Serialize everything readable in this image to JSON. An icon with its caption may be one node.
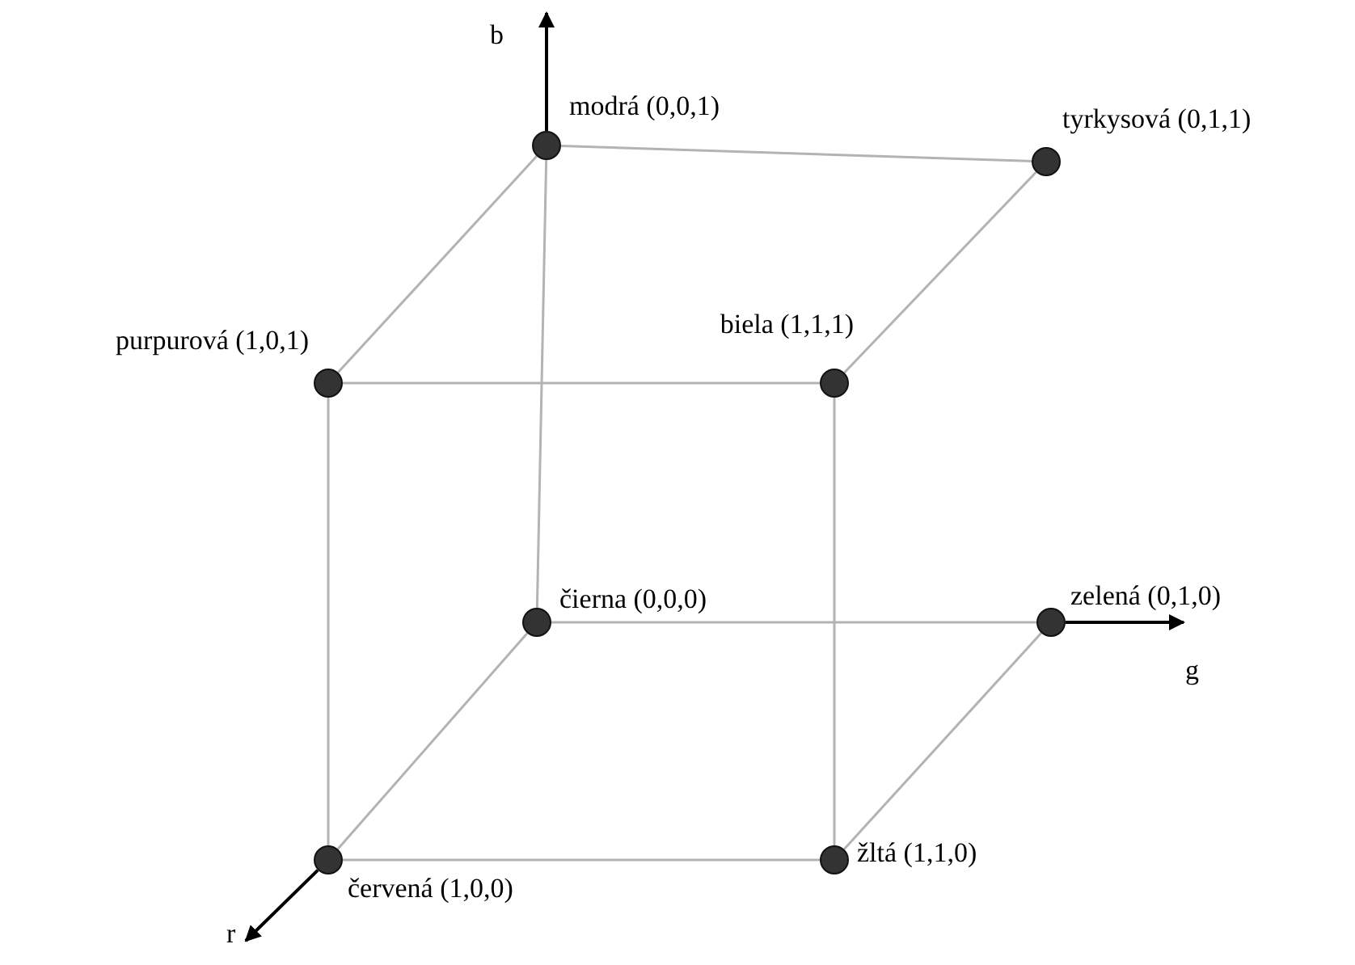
{
  "diagram": {
    "nodes": [
      {
        "text": [],
        "shape": "circle",
        "beside": [
          "modrá (0,0,1)"
        ]
      },
      {
        "text": [],
        "shape": "circle",
        "beside": [
          "tyrkysová (0,1,1)"
        ]
      },
      {
        "text": [],
        "shape": "circle",
        "beside": [
          "purpurová (1,0,1)"
        ]
      },
      {
        "text": [],
        "shape": "circle",
        "beside": [
          "biela (1,1,1)"
        ]
      },
      {
        "text": [],
        "shape": "circle",
        "beside": [
          "čierna (0,0,0)"
        ]
      },
      {
        "text": [],
        "shape": "circle",
        "beside": [
          "zelená (0,1,0)"
        ]
      },
      {
        "text": [],
        "shape": "circle",
        "beside": [
          "červená (1,0,0)"
        ]
      },
      {
        "text": [],
        "shape": "circle",
        "beside": [
          "žltá (1,1,0)"
        ]
      },
      {
        "text": [
          "b"
        ]
      },
      {
        "text": [
          "g"
        ]
      },
      {
        "text": [
          "r"
        ]
      }
    ],
    "edges": [
      {
        "from": 0,
        "to": 1,
        "arrow": "none"
      },
      {
        "from": 0,
        "to": 2,
        "arrow": "none"
      },
      {
        "from": 0,
        "to": 4,
        "arrow": "none"
      },
      {
        "from": 1,
        "to": 3,
        "arrow": "none"
      },
      {
        "from": 2,
        "to": 3,
        "arrow": "none"
      },
      {
        "from": 2,
        "to": 6,
        "arrow": "none"
      },
      {
        "from": 3,
        "to": 7,
        "arrow": "none"
      },
      {
        "from": 4,
        "to": 5,
        "arrow": "none"
      },
      {
        "from": 4,
        "to": 6,
        "arrow": "none"
      },
      {
        "from": 5,
        "to": 7,
        "arrow": "none"
      },
      {
        "from": 6,
        "to": 7,
        "arrow": "none"
      },
      {
        "from": 0,
        "to": 8,
        "arrow": "to",
        "color": "#000000"
      },
      {
        "from": 5,
        "to": 9,
        "arrow": "to",
        "color": "#000000"
      },
      {
        "from": 6,
        "to": 10,
        "arrow": "to",
        "color": "#000000"
      }
    ]
  }
}
